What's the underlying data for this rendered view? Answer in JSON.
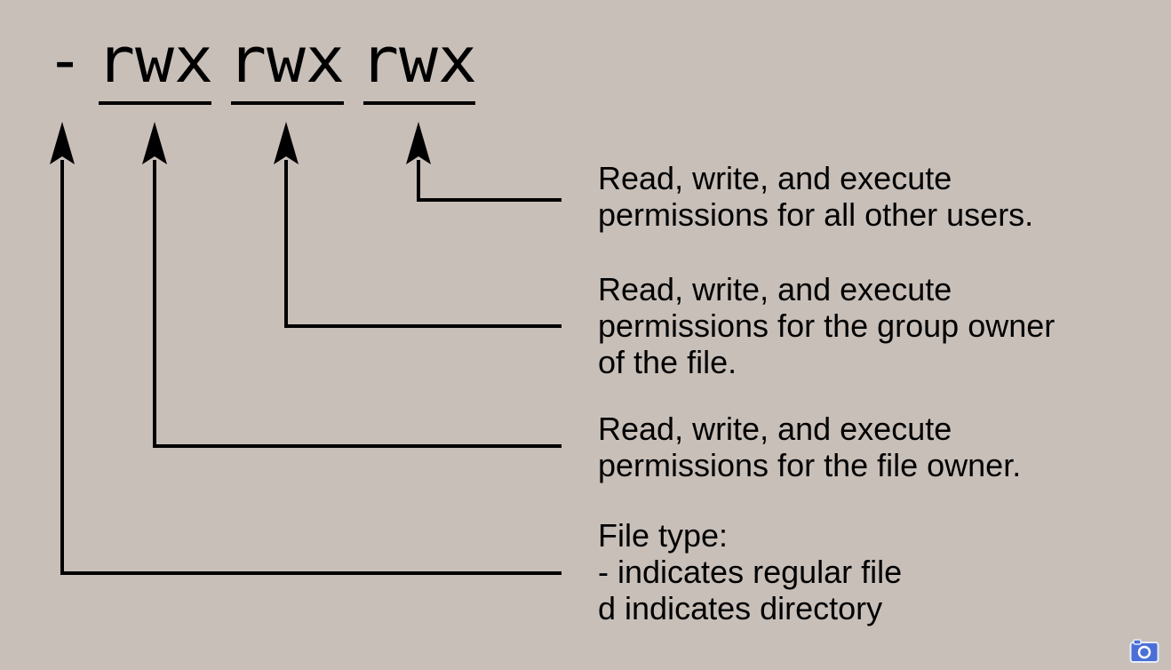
{
  "permission_string": {
    "file_type_char": "-",
    "owner": "rwx",
    "group": "rwx",
    "other": "rwx"
  },
  "descriptions": {
    "other_users": {
      "lines": [
        "Read, write, and execute",
        "permissions for all other users."
      ]
    },
    "group_owner": {
      "lines": [
        "Read, write, and execute",
        "permissions for the group owner",
        "of the file."
      ]
    },
    "file_owner": {
      "lines": [
        "Read, write, and execute",
        "permissions for the file owner."
      ]
    },
    "file_type": {
      "lines": [
        "File type:",
        "- indicates regular file",
        "d indicates directory"
      ]
    }
  },
  "icons": {
    "camera": "camera-icon"
  },
  "colors": {
    "background": "#c8bfb9",
    "lines": "#000000",
    "camera_icon": "#4a6fd6"
  }
}
